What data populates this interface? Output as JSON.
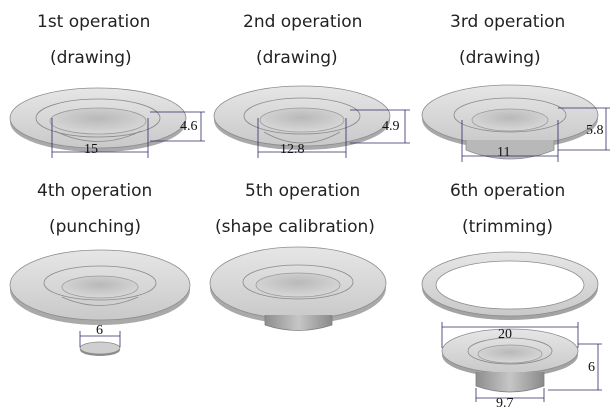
{
  "steps": [
    {
      "title": "1st operation",
      "subtitle": "(drawing)",
      "dims": [
        "15",
        "4.6"
      ]
    },
    {
      "title": "2nd operation",
      "subtitle": "(drawing)",
      "dims": [
        "12.8",
        "4.9"
      ]
    },
    {
      "title": "3rd operation",
      "subtitle": "(drawing)",
      "dims": [
        "11",
        "5.8"
      ]
    },
    {
      "title": "4th operation",
      "subtitle": "(punching)",
      "dims": [
        "6"
      ]
    },
    {
      "title": "5th operation",
      "subtitle": "(shape calibration)",
      "dims": []
    },
    {
      "title": "6th operation",
      "subtitle": "(trimming)",
      "dims": [
        "20",
        "6",
        "9.7"
      ]
    }
  ]
}
